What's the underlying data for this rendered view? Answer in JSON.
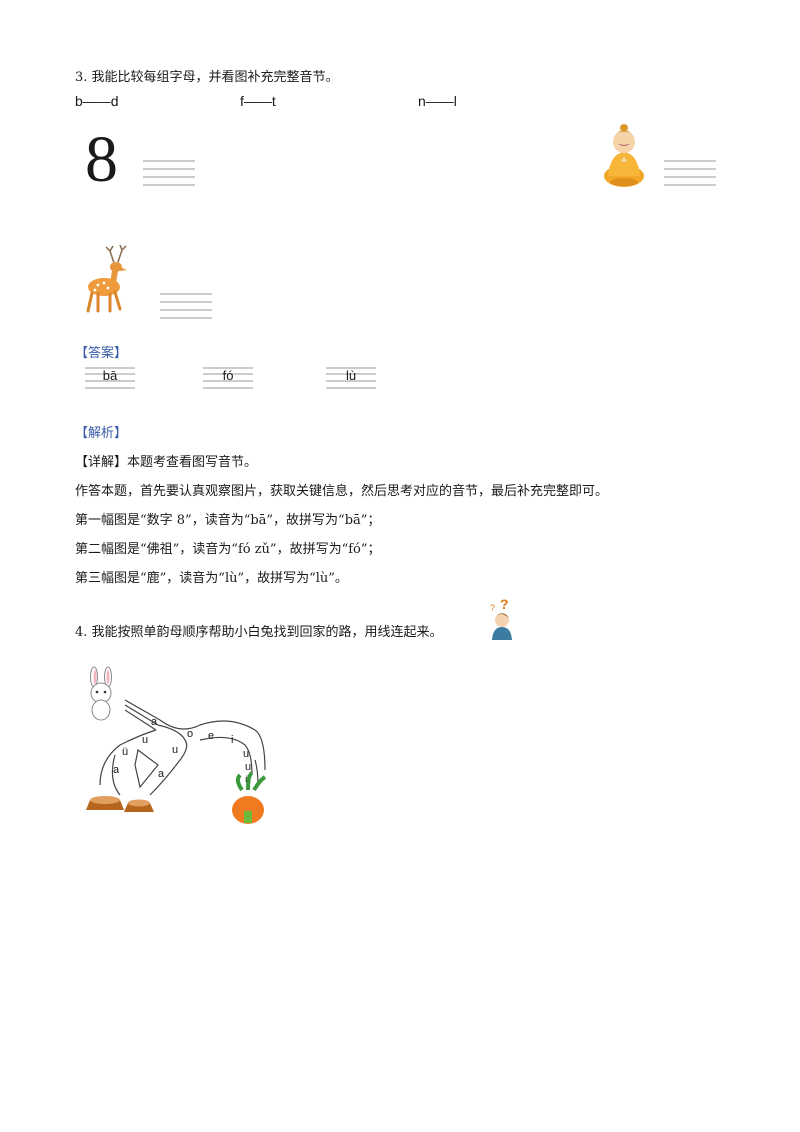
{
  "q3": {
    "title": "3. 我能比较每组字母，并看图补充完整音节。",
    "pairs": [
      "b——d",
      "f——t",
      "n——l"
    ],
    "image_eight_text": "8",
    "image_buddha": "buddha-figure",
    "image_deer": "deer-figure"
  },
  "answer": {
    "tag": "【答案】",
    "values": [
      "bā",
      "fó",
      "lù"
    ]
  },
  "analysis": {
    "tag": "【解析】",
    "detail": "【详解】本题考查看图写音节。",
    "lines": [
      "作答本题，首先要认真观察图片，获取关键信息，然后思考对应的音节，最后补充完整即可。",
      "第一幅图是“数字 8”，读音为“bā”，故拼写为“bā”；",
      "第二幅图是“佛祖”，读音为“fó zǔ”，故拼写为“fó”；",
      "第三幅图是“鹿”，读音为“lù”，故拼写为“lù”。"
    ]
  },
  "q4": {
    "title": "4. 我能按照单韵母顺序帮助小白兔找到回家的路，用线连起来。",
    "maze_letters": [
      "a",
      "u",
      "ü",
      "a",
      "a",
      "u",
      "o",
      "e",
      "i",
      "u",
      "u",
      "ü"
    ]
  },
  "colors": {
    "accent": "#3b5aa8",
    "rule": "#999999"
  }
}
